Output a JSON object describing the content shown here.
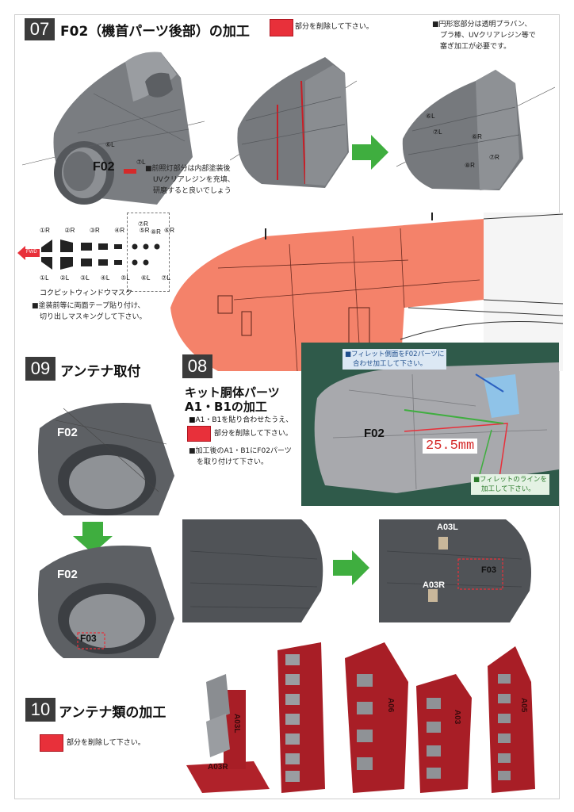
{
  "step07": {
    "number": "07",
    "title": "F02（機首パーツ後部）の加工",
    "legend": "部分を削除して下さい。",
    "note_lines": [
      "■円形窓部分は透明プラバン、",
      "プラ棒、UVクリアレジン等で",
      "塞ぎ加工が必要です。"
    ],
    "lamp_note_lines": [
      "■前照灯部分は内部塗装後",
      "UVクリアレジンを充填、",
      "研磨すると良いでしょう"
    ],
    "part_label": "F02",
    "window_labels": [
      "⑥L",
      "⑦L",
      "⑥L",
      "⑦L",
      "⑥R",
      "⑧R",
      "⑦R"
    ]
  },
  "mask": {
    "fwd": "FWD",
    "top_labels": [
      "①R",
      "②R",
      "③R",
      "④R",
      "⑤R",
      "⑥R",
      "⑦R",
      "⑧R"
    ],
    "bottom_labels": [
      "①L",
      "②L",
      "③L",
      "④L",
      "⑤L",
      "⑥L",
      "⑦L"
    ],
    "caption": "コクピットウィンドウマスク",
    "note_lines": [
      "■塗装前等に両面テープ貼り付け、",
      "切り出しマスキングして下さい。"
    ]
  },
  "step08": {
    "number": "08",
    "title_lines": [
      "キット胴体パーツ",
      "A1・B1の加工"
    ],
    "instr1": "■A1・B1を貼り合わせたうえ、",
    "legend": "部分を削除して下さい。",
    "instr2_lines": [
      "■加工後のA1・B1にF02パーツ",
      "を取り付けて下さい。"
    ],
    "photo_note_top_lines": [
      "■フィレット側面をF02パーツに",
      "合わせ加工して下さい。"
    ],
    "photo_label": "F02",
    "measure": "25.5mm",
    "photo_note_bottom_lines": [
      "■フィレットのラインを",
      "加工して下さい。"
    ],
    "parts": [
      "A03L",
      "A03R",
      "F03"
    ]
  },
  "step09": {
    "number": "09",
    "title": "アンテナ取付",
    "labels": [
      "F02",
      "F02",
      "F03"
    ]
  },
  "step10": {
    "number": "10",
    "title": "アンテナ類の加工",
    "legend": "部分を削除して下さい。",
    "sprue_text": [
      "A03L",
      "A03R",
      "A06",
      "A03",
      "A05"
    ]
  },
  "colors": {
    "accent_red": "#e8303a",
    "salmon": "#f4826a",
    "grey": "#6b6e72",
    "green": "#3fae3f",
    "blue_note": "#2a7ed2"
  }
}
